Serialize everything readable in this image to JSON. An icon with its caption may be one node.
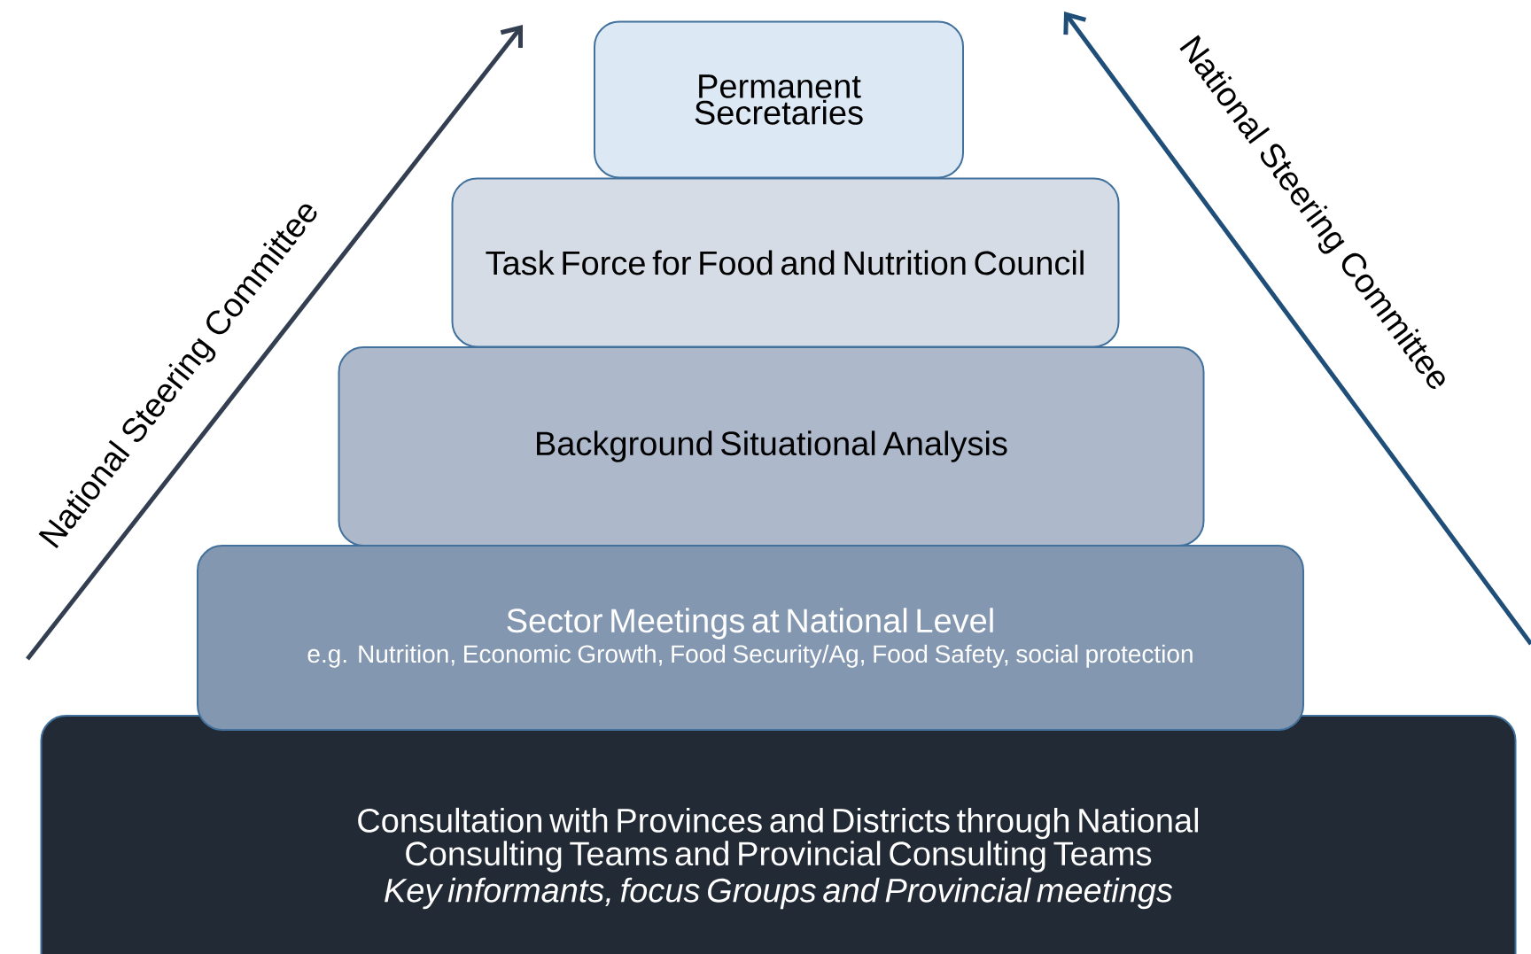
{
  "diagram": {
    "nodes": [
      {
        "text": [
          "Permanent Secretaries"
        ]
      },
      {
        "text": [
          "Task Force for Food and Nutrition Council"
        ]
      },
      {
        "text": [
          "Background Situational Analysis"
        ]
      },
      {
        "text": [
          "Sector Meetings at National Level",
          "e.g. Nutrition, Economic Growth, Food Security/Ag, Food Safety, social protection"
        ]
      },
      {
        "text": [
          "Consultation with Provinces and Districts through National Consulting Teams and Provincial Consulting Teams",
          "Key informants, focus Groups and Provincial meetings"
        ]
      }
    ],
    "labels": [
      "National Steering Committee",
      "National Steering Committee"
    ]
  }
}
